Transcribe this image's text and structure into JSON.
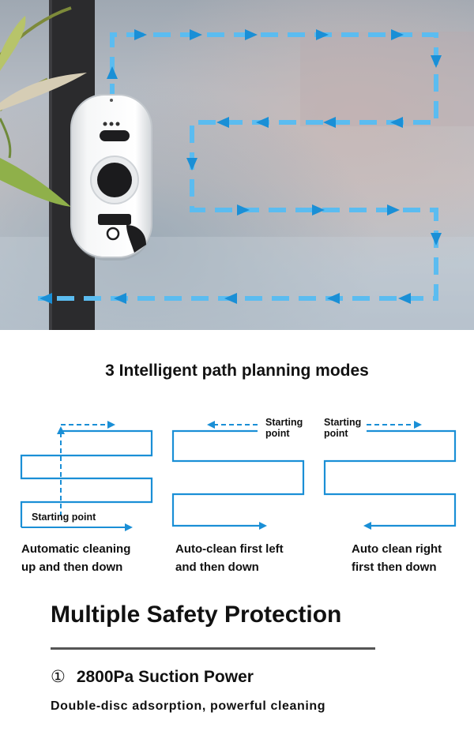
{
  "modes": {
    "title": "3 Intelligent path planning modes",
    "items": [
      {
        "start_label": "Starting point",
        "caption_line1": "Automatic cleaning",
        "caption_line2": "up and then down"
      },
      {
        "start_label_line1": "Starting",
        "start_label_line2": "point",
        "caption_line1": "Auto-clean first left",
        "caption_line2": "and then down"
      },
      {
        "start_label_line1": "Starting",
        "start_label_line2": "point",
        "caption_line1": "Auto clean right",
        "caption_line2": "first then down"
      }
    ]
  },
  "safety": {
    "title": "Multiple Safety Protection",
    "feature_number": "①",
    "feature_name": "2800Pa Suction Power",
    "feature_desc": "Double-disc adsorption, powerful cleaning"
  },
  "colors": {
    "path_blue": "#1a8fd6",
    "dash_blue": "#5bbcf0",
    "text": "#111111"
  },
  "icons": {
    "robot": "window-cleaning-robot",
    "plant": "plant-leaves"
  }
}
